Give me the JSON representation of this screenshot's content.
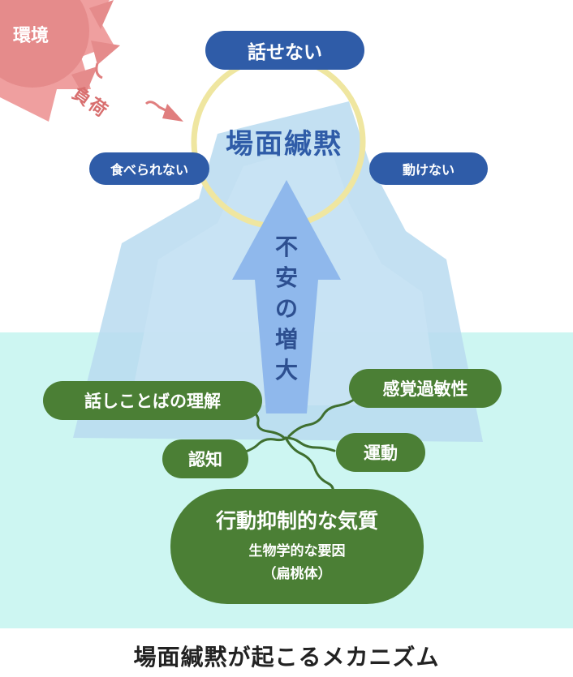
{
  "environment": {
    "label": "環境"
  },
  "load": {
    "label": "負荷"
  },
  "center": {
    "title": "場面緘黙"
  },
  "symptoms": {
    "cannot_speak": "話せない",
    "cannot_eat": "食べられない",
    "cannot_move": "動けない"
  },
  "arrow": {
    "label": "不安の増大"
  },
  "factors": {
    "speech_understanding": "話しことばの理解",
    "cognition": "認知",
    "sensory_hypersensitivity": "感覚過敏性",
    "motor": "運動"
  },
  "temperament": {
    "title": "行動抑制的な気質",
    "subtitle": "生物学的な要因",
    "detail": "（扁桃体）"
  },
  "caption": "場面緘黙が起こるメカニズム",
  "colors": {
    "symptom_blue": "#2f5ca8",
    "factor_green": "#4b7f35",
    "sun_red": "#e58b8b",
    "water": "#cdf6f2",
    "iceberg": "#b8daf0",
    "ring": "#efe6a0"
  }
}
